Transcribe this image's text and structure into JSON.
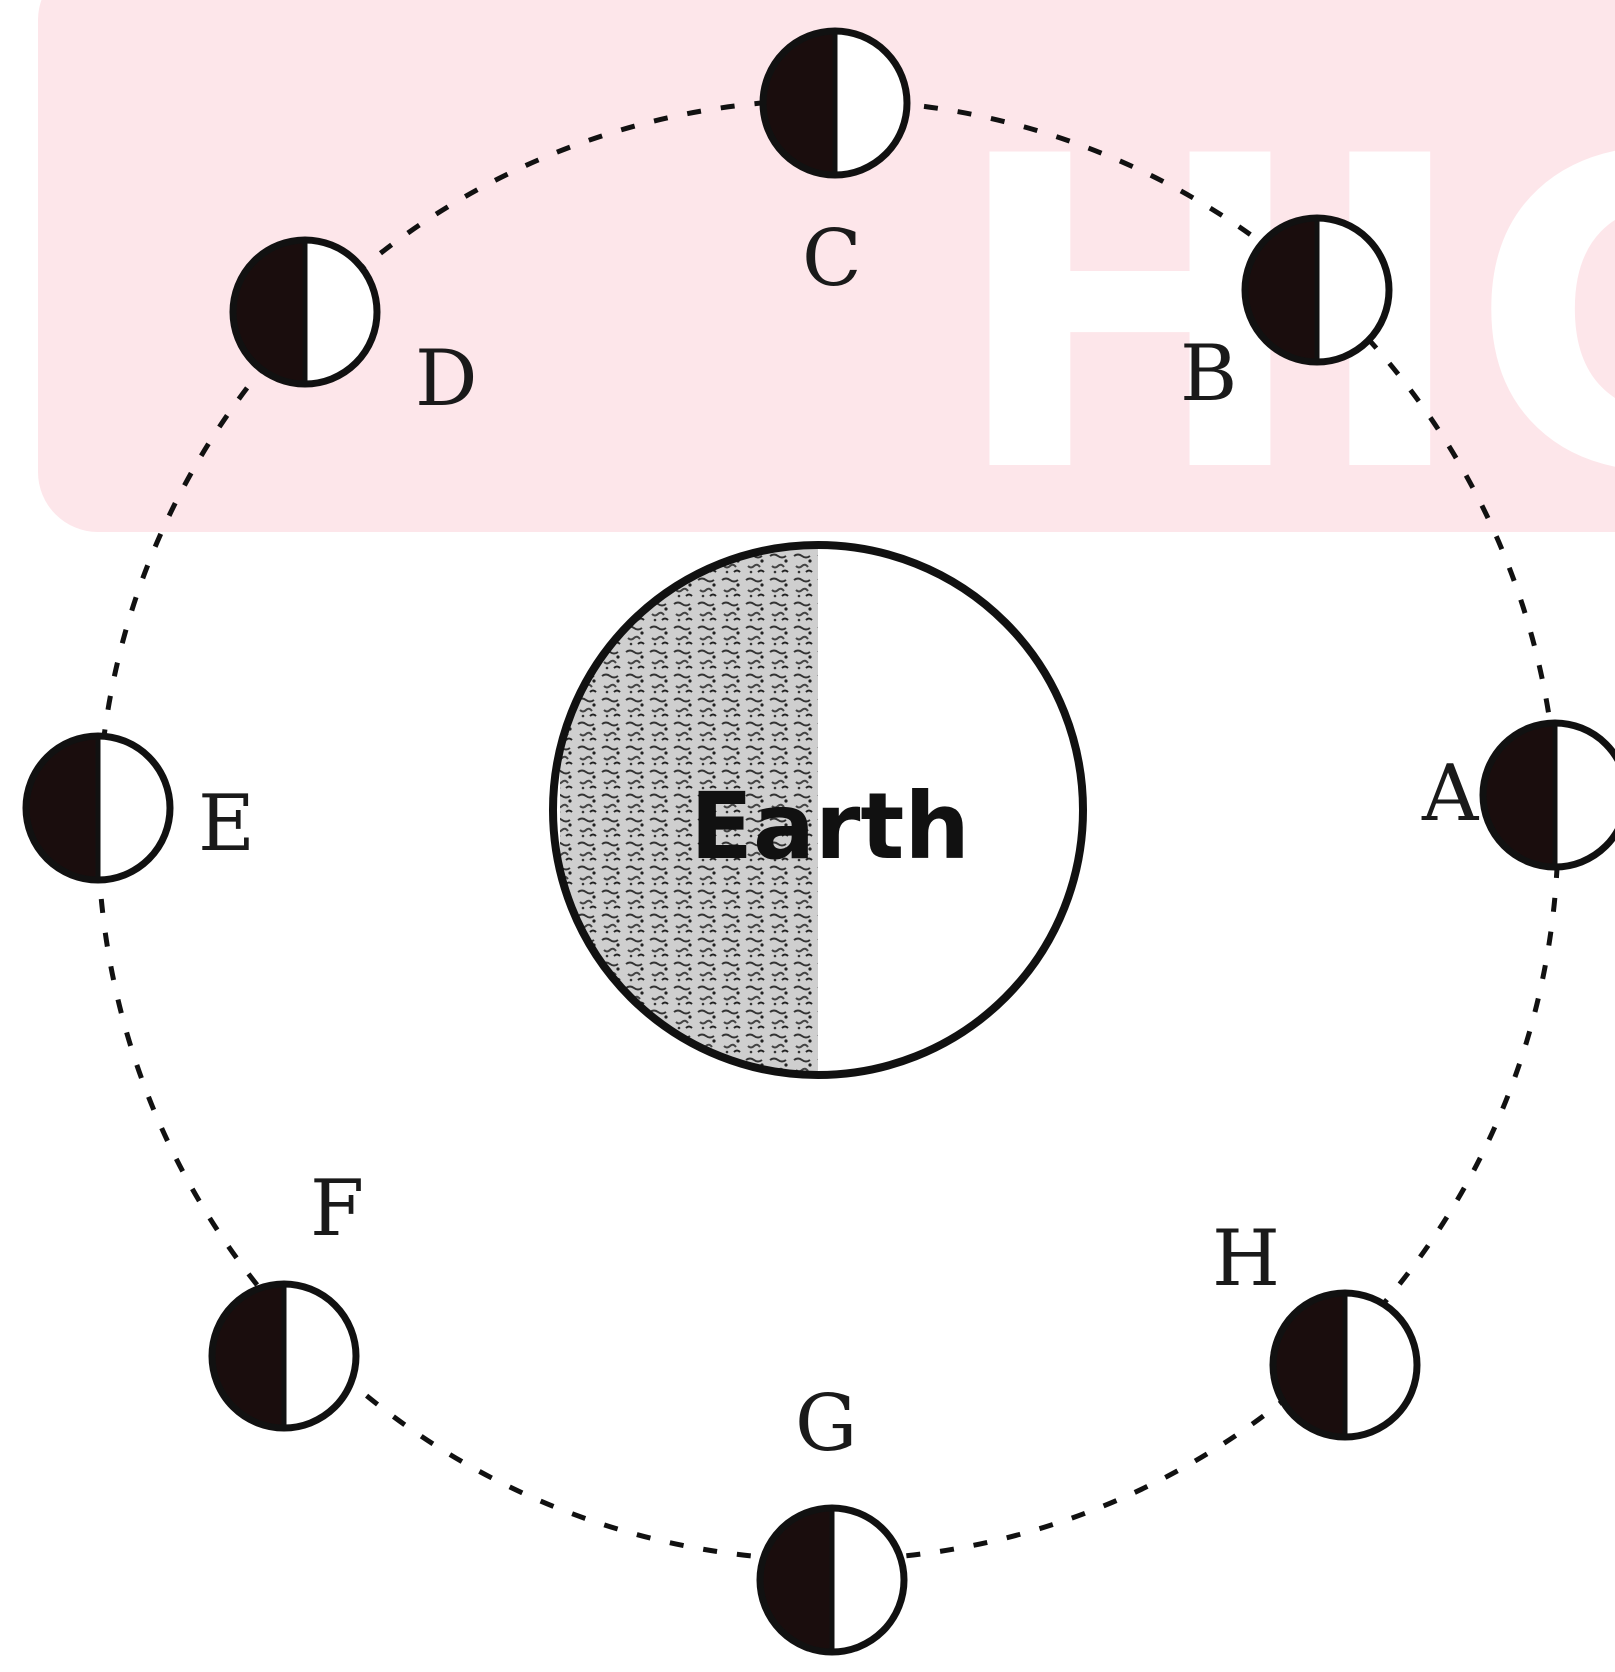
{
  "diagram": {
    "earth": {
      "label": "Earth"
    },
    "moons": [
      {
        "label": "A"
      },
      {
        "label": "B"
      },
      {
        "label": "C"
      },
      {
        "label": "D"
      },
      {
        "label": "E"
      },
      {
        "label": "F"
      },
      {
        "label": "G"
      },
      {
        "label": "H"
      }
    ],
    "watermark": {
      "text": "HIG"
    }
  },
  "colors": {
    "watermark_band": "#fde6ea",
    "ink": "#111111",
    "moon_dark": "#1a0d0d"
  }
}
